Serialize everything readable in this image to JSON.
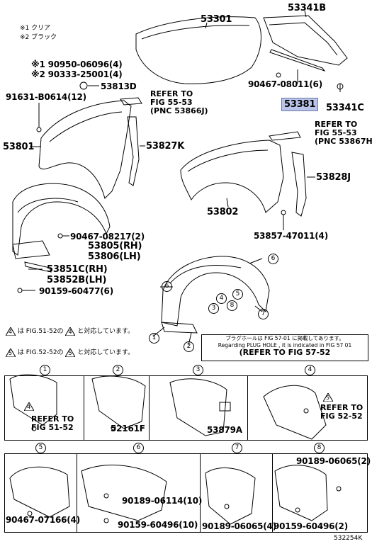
{
  "notes": {
    "n1": "※1 クリア",
    "n2": "※2 ブラック"
  },
  "parts": {
    "p53301": "53301",
    "p53341B": "53341B",
    "p90950": "※1 90950-06096(4)",
    "p90333": "※2 90333-25001(4)",
    "p53813D": "53813D",
    "p90467_08011": "90467-08011(6)",
    "p53381": "53381",
    "p53341C": "53341C",
    "p91631": "91631-B0614(12)",
    "p53801": "53801",
    "p53827K": "53827K",
    "p53802": "53802",
    "p53828J": "53828J",
    "p53857": "53857-47011(4)",
    "p90467_08217": "90467-08217(2)",
    "p53805": "53805(RH)",
    "p53806": "53806(LH)",
    "p53851C": "53851C(RH)",
    "p53852B": "53852B(LH)",
    "p90159_60477": "90159-60477(6)"
  },
  "refs": {
    "r1a": "REFER TO",
    "r1b": "FIG 55-53",
    "r1c": "(PNC 53866J)",
    "r2a": "REFER TO",
    "r2b": "FIG 55-53",
    "r2c": "(PNC 53867H)"
  },
  "callouts": {
    "c1": "1",
    "c2": "2",
    "c3": "3",
    "c4": "4",
    "c5": "5",
    "c6": "6",
    "c7": "7",
    "c8": "8"
  },
  "tri_notes": {
    "t4_num": "4",
    "t4_pre": "は FIG.51-52の",
    "t4_post": "と対応しています。",
    "t5_num": "5",
    "t5_pre": "は FIG.52-52の",
    "t5_post": "と対応しています。"
  },
  "plug": {
    "jp": "プラグホールは FIG 57-01 に掲載してあります。",
    "en": "Regarding  PLUG  HOLE , it  is  indicated  in  FIG  57  01",
    "ref": "(REFER  TO  FIG  57-52"
  },
  "grid": {
    "h1": "1",
    "h2": "2",
    "h3": "3",
    "h4": "4",
    "h5": "5",
    "h6": "6",
    "h7": "7",
    "h8": "8",
    "c1_tri": "4",
    "c1_ref1": "REFER TO",
    "c1_ref2": "FIG 51-52",
    "c2_part": "52161F",
    "c3_part": "53879A",
    "c4_tri": "5",
    "c4_ref1": "REFER TO",
    "c4_ref2": "FIG 52-52",
    "c5_part": "90467-07166(4)",
    "c6_part1": "90189-06114(10)",
    "c6_part2": "90159-60496(10)",
    "c7_part": "90189-06065(4)",
    "c8_part1": "90189-06065(2)",
    "c8_part2": "90159-60496(2)"
  },
  "footer": {
    "code": "532254K"
  },
  "colors": {
    "highlight": "#b9c4e8",
    "line": "#000000"
  }
}
